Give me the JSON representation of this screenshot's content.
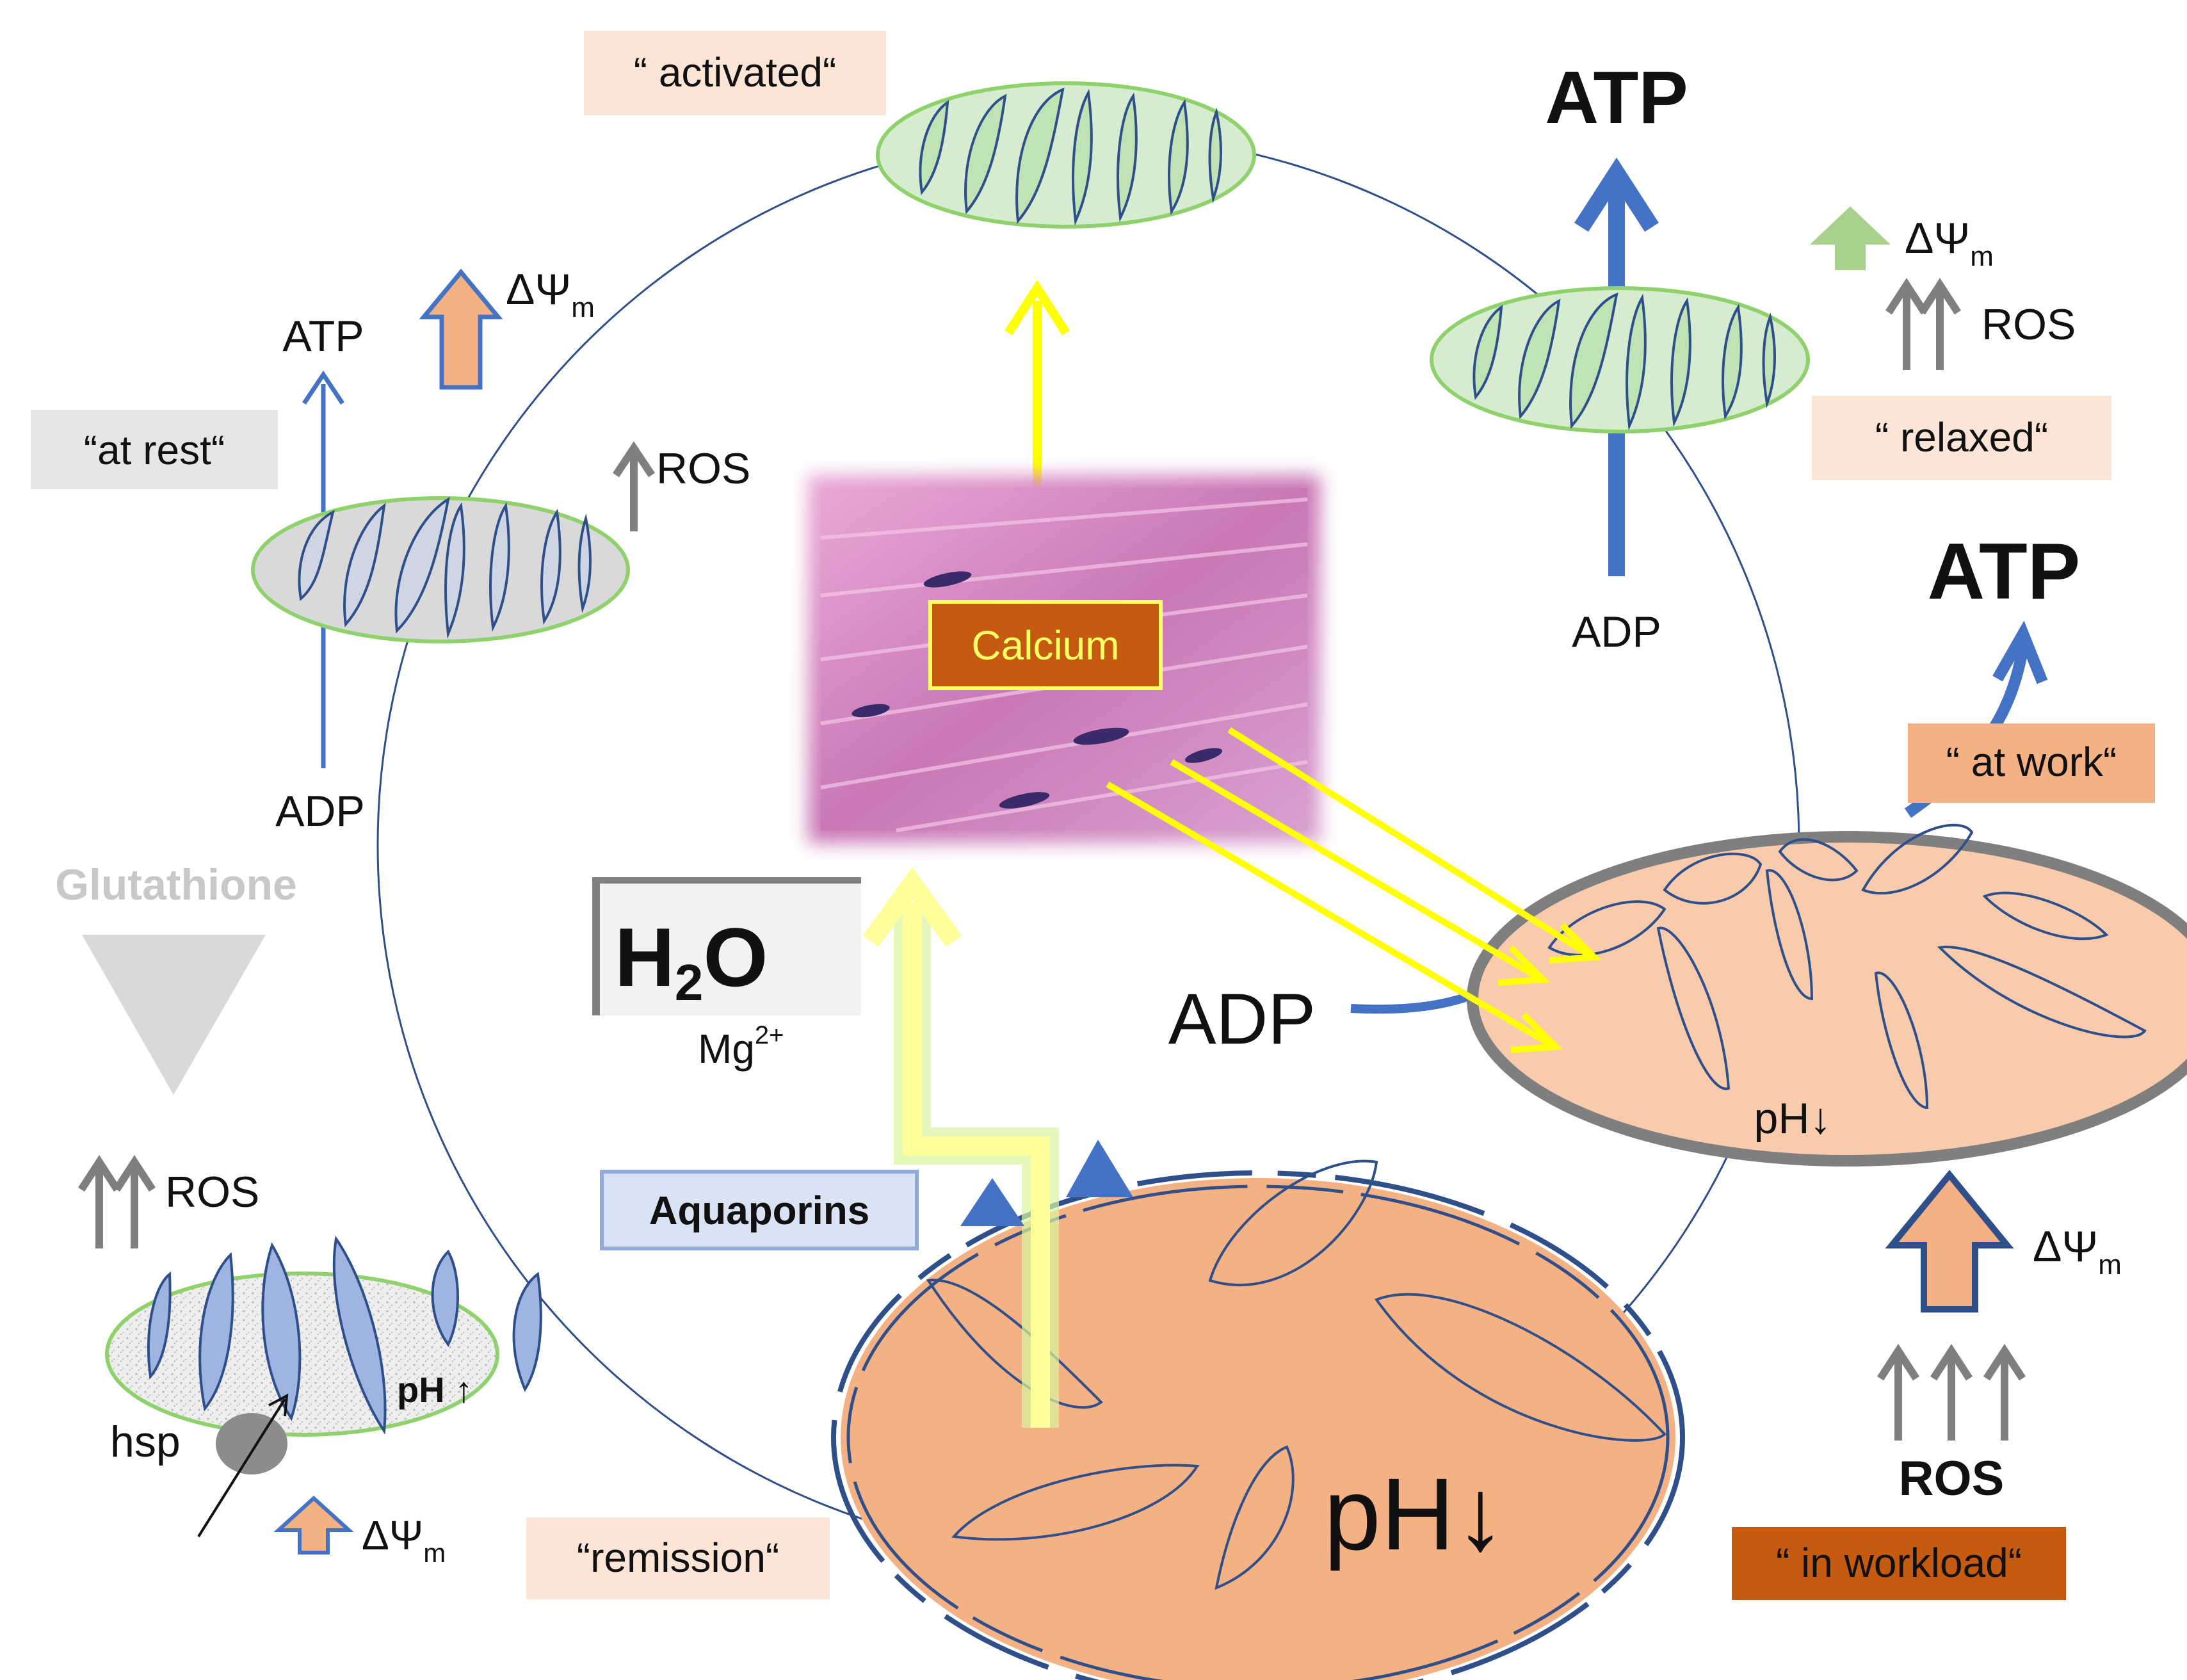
{
  "states": {
    "at_rest": "“at rest“",
    "activated": "“ activated“",
    "relaxed": "“ relaxed“",
    "at_work": "“ at work“",
    "in_workload": "“ in workload“",
    "remission": "“remission“"
  },
  "labels": {
    "atp": "ATP",
    "adp": "ADP",
    "ros": "ROS",
    "delta_psi": "ΔΨ",
    "delta_psi_sub": "m",
    "glutathione": "Glutathione",
    "hsp": "hsp",
    "ph_down": "pH↓",
    "ph_up": "pH ↑",
    "calcium": "Calcium",
    "h2o_h": "H",
    "h2o_sub": "2",
    "h2o_o": "O",
    "mg": "Mg",
    "mg_sup": "2+",
    "aquaporins": "Aquaporins"
  },
  "colors": {
    "blue": "#4472c4",
    "yellow": "#ffff00",
    "orange_fill": "#f4b183",
    "green_fill": "#d5ecd0",
    "green_stroke": "#8fd16a",
    "grey_box": "#e7e6e6",
    "peach_box": "#fbe5d6",
    "dark_orange_box": "#c55a11",
    "cristae_stroke": "#2f4f8a"
  }
}
